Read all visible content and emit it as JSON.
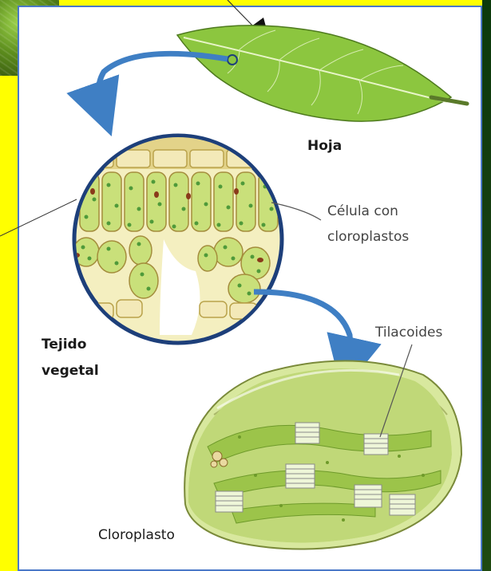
{
  "labels": {
    "hoja": "Hoja",
    "celula_line1": "Célula con",
    "celula_line2": "cloroplastos",
    "tejido_line1": "Tejido",
    "tejido_line2": "vegetal",
    "tilacoides": "Tilacoides",
    "cloroplasto": "Cloroplasto"
  },
  "colors": {
    "background": "#ffff00",
    "panel_border": "#4a78c8",
    "leaf_green": "#8cc63f",
    "arrow_blue": "#3f7fc4",
    "circle_border": "#1d3f7a",
    "cell_fill": "#c9e07a",
    "chloroplast_dot": "#4f9a3a"
  }
}
